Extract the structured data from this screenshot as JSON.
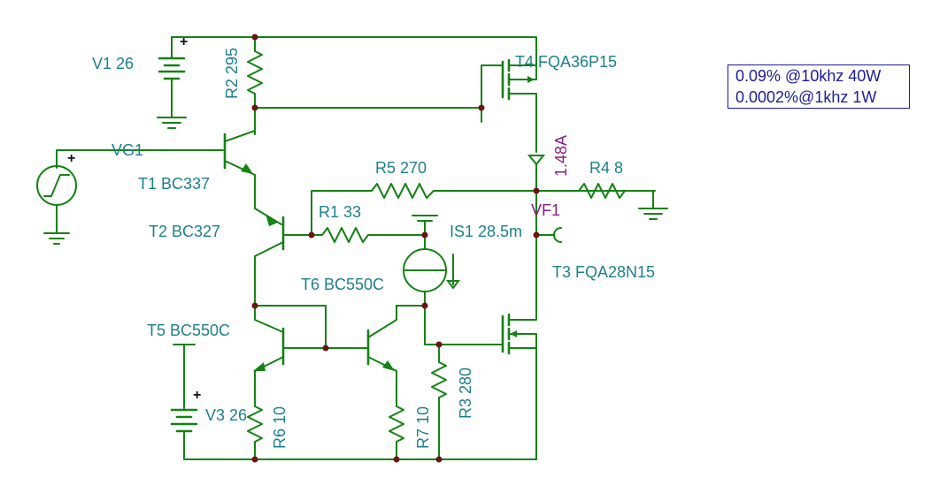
{
  "labels": {
    "v1": "V1 26",
    "r2": "R2 295",
    "t4": "T4 FQA36P15",
    "vg1": "VG1",
    "t1": "T1 BC337",
    "r5": "R5 270",
    "probe_current": "1.48A",
    "r4": "R4 8",
    "t2": "T2 BC327",
    "r1": "R1 33",
    "vf1": "VF1",
    "is1": "IS1 28.5m",
    "t3": "T3 FQA28N15",
    "t6": "T6 BC550C",
    "t5": "T5 BC550C",
    "v3": "V3 26",
    "r6": "R6 10",
    "r7": "R7 10",
    "r3": "R3 280",
    "plus_sign": "+"
  },
  "notes": [
    "0.09% @10khz 40W",
    "0.0002%@1khz 1W"
  ],
  "colors": {
    "wire": "#148214",
    "label": "#1c7f8c",
    "probe": "#8a1d8a",
    "node": "#6b1414",
    "note_text": "#1a1aa0"
  }
}
